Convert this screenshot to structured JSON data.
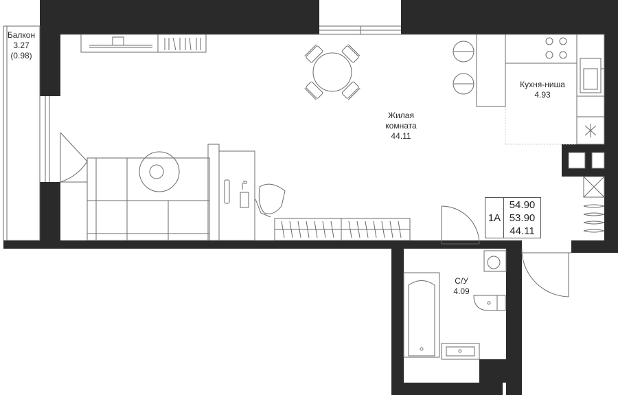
{
  "plan": {
    "balcony": {
      "name": "Балкон",
      "area": "3.27",
      "area_coef": "(0.98)"
    },
    "living": {
      "name_line1": "Жилая",
      "name_line2": "комната",
      "area": "44.11"
    },
    "kitchen": {
      "name": "Кухня-ниша",
      "area": "4.93"
    },
    "bathroom": {
      "name": "С/У",
      "area": "4.09"
    },
    "summary": {
      "type": "1А",
      "total_area": "54.90",
      "area_with_coef": "53.90",
      "living_area": "44.11"
    }
  },
  "colors": {
    "wall": "#2a2a2a",
    "line": "#6a6a6a",
    "text": "#2b2b2b",
    "background": "#ffffff"
  }
}
